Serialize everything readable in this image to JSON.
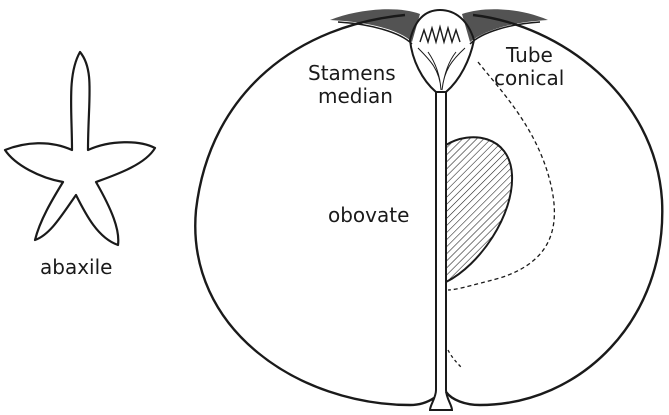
{
  "figure": {
    "labels": {
      "abaxile": "abaxile",
      "stamens": "Stamens",
      "median": "median",
      "tube": "Tube",
      "conical": "conical",
      "obovate": "obovate"
    },
    "colors": {
      "ink": "#1a1a1a",
      "background": "#ffffff"
    }
  }
}
